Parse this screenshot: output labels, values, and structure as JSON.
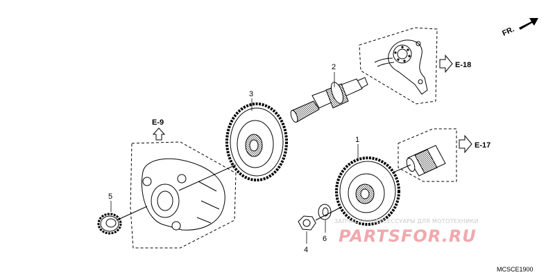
{
  "diagram": {
    "front_marker": "FR.",
    "section_refs": {
      "e18": "E-18",
      "e17": "E-17",
      "e9": "E-9"
    },
    "callouts": {
      "part1": "1",
      "part2": "2",
      "part3": "3",
      "part4": "4",
      "part5": "5",
      "part6": "6"
    },
    "diagram_code": "MCSCE1900"
  },
  "watermark": {
    "tagline": "ЗАПЧАСТИ И АКСЕССУАРЫ ДЛЯ МОТОТЕХНИКИ",
    "logo": "PARTSFOR.RU",
    "colors": {
      "logo": "#f2a8ad",
      "tagline": "#c9c9c9"
    }
  },
  "colors": {
    "line": "#000000",
    "background": "#ffffff"
  }
}
